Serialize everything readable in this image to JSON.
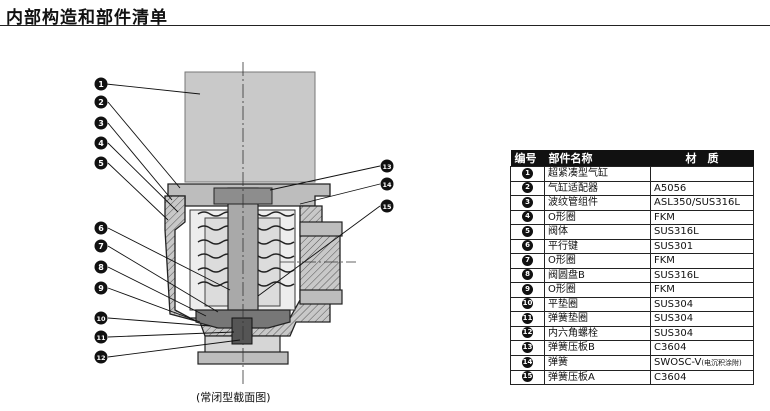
{
  "page": {
    "title": "内部构造和部件清单",
    "caption": "(常闭型截面图)"
  },
  "table": {
    "headers": {
      "number": "编号",
      "name": "部件名称",
      "material": "材　质"
    },
    "rows": [
      {
        "num": "1",
        "name": "超紧凑型气缸",
        "material": "",
        "note": ""
      },
      {
        "num": "2",
        "name": "气缸适配器",
        "material": "A5056",
        "note": ""
      },
      {
        "num": "3",
        "name": "波纹管组件",
        "material": "ASL350/SUS316L",
        "note": ""
      },
      {
        "num": "4",
        "name": "O形圈",
        "material": "FKM",
        "note": ""
      },
      {
        "num": "5",
        "name": "阀体",
        "material": "SUS316L",
        "note": ""
      },
      {
        "num": "6",
        "name": "平行键",
        "material": "SUS301",
        "note": ""
      },
      {
        "num": "7",
        "name": "O形圈",
        "material": "FKM",
        "note": ""
      },
      {
        "num": "8",
        "name": "阀圆盘B",
        "material": "SUS316L",
        "note": ""
      },
      {
        "num": "9",
        "name": "O形圈",
        "material": "FKM",
        "note": ""
      },
      {
        "num": "10",
        "name": "平垫圈",
        "material": "SUS304",
        "note": ""
      },
      {
        "num": "11",
        "name": "弹簧垫圈",
        "material": "SUS304",
        "note": ""
      },
      {
        "num": "12",
        "name": "内六角螺栓",
        "material": "SUS304",
        "note": ""
      },
      {
        "num": "13",
        "name": "弹簧压板B",
        "material": "C3604",
        "note": ""
      },
      {
        "num": "14",
        "name": "弹簧",
        "material": "SWOSC-V",
        "note": "(电沉积涂附)"
      },
      {
        "num": "15",
        "name": "弹簧压板A",
        "material": "C3604",
        "note": ""
      }
    ]
  },
  "callouts": [
    "1",
    "2",
    "3",
    "4",
    "5",
    "6",
    "7",
    "8",
    "9",
    "10",
    "11",
    "12",
    "13",
    "14",
    "15"
  ]
}
